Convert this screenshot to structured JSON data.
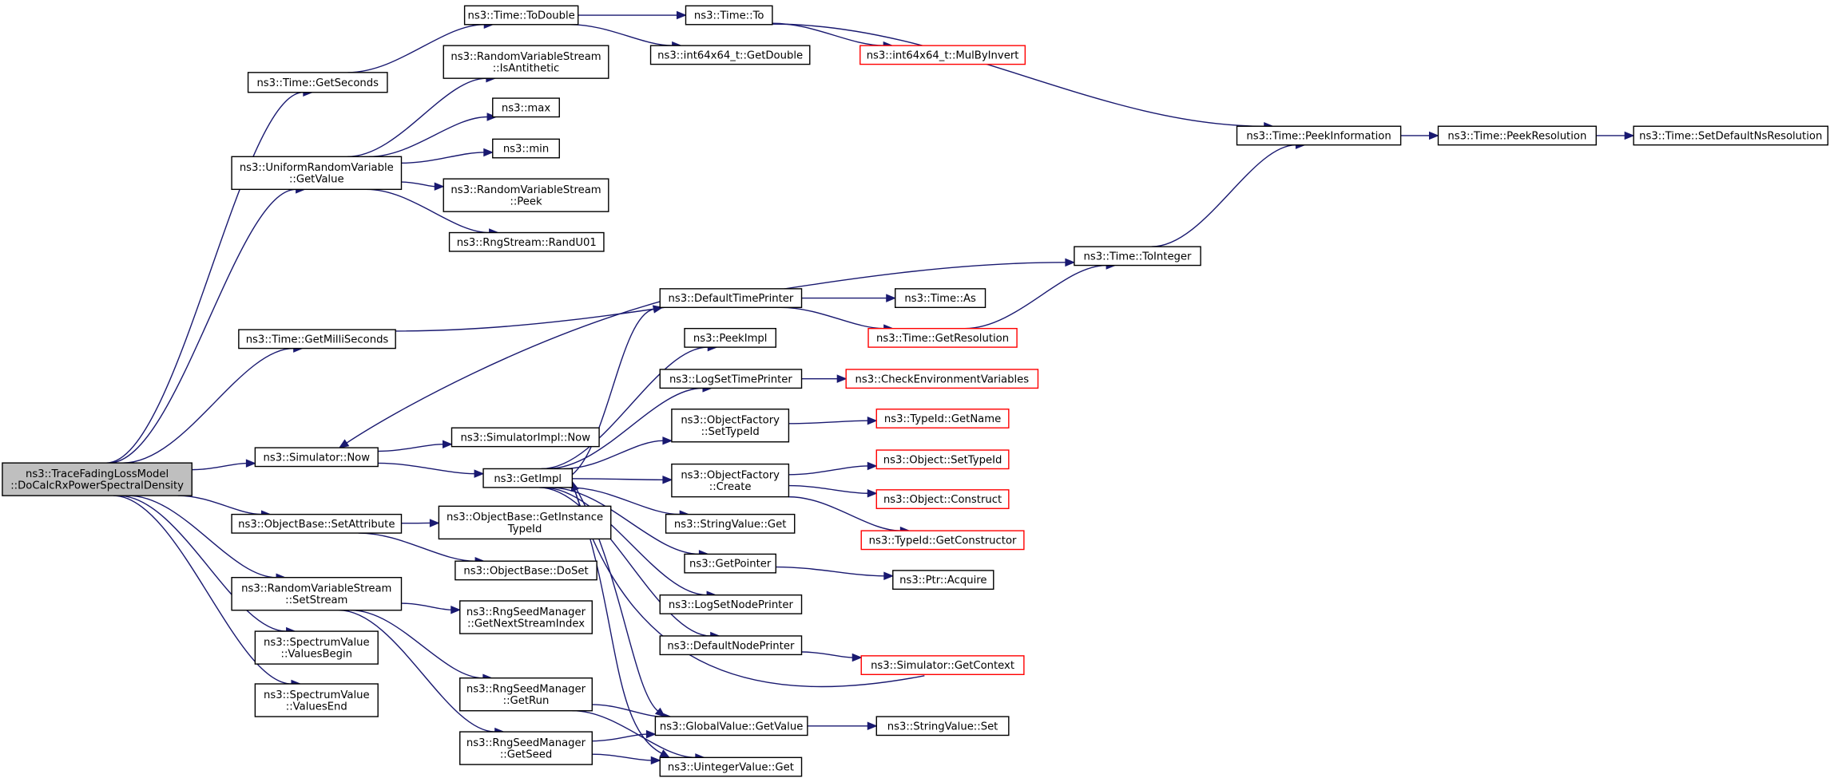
{
  "colors": {
    "edge": "#191970",
    "root_fill": "#bfbfbf",
    "truncated_border": "#ff0000",
    "node_border": "#000000"
  },
  "nodes": {
    "root": {
      "lines": [
        "ns3::TraceFadingLossModel",
        "::DoCalcRxPowerSpectralDensity"
      ],
      "style": "root"
    },
    "get_seconds": {
      "lines": [
        "ns3::Time::GetSeconds"
      ]
    },
    "to_double": {
      "lines": [
        "ns3::Time::ToDouble"
      ]
    },
    "time_to": {
      "lines": [
        "ns3::Time::To"
      ]
    },
    "int64_get_double": {
      "lines": [
        "ns3::int64x64_t::GetDouble"
      ]
    },
    "mul_by_invert": {
      "lines": [
        "ns3::int64x64_t::MulByInvert"
      ],
      "style": "truncated"
    },
    "peek_information": {
      "lines": [
        "ns3::Time::PeekInformation"
      ]
    },
    "peek_resolution": {
      "lines": [
        "ns3::Time::PeekResolution"
      ]
    },
    "set_default_ns_resolution": {
      "lines": [
        "ns3::Time::SetDefaultNsResolution"
      ]
    },
    "urv_get_value": {
      "lines": [
        "ns3::UniformRandomVariable",
        "::GetValue"
      ]
    },
    "is_antithetic": {
      "lines": [
        "ns3::RandomVariableStream",
        "::IsAntithetic"
      ]
    },
    "ns3_max": {
      "lines": [
        "ns3::max"
      ]
    },
    "ns3_min": {
      "lines": [
        "ns3::min"
      ]
    },
    "rvs_peek": {
      "lines": [
        "ns3::RandomVariableStream",
        "::Peek"
      ]
    },
    "rand_u01": {
      "lines": [
        "ns3::RngStream::RandU01"
      ]
    },
    "to_integer": {
      "lines": [
        "ns3::Time::ToInteger"
      ]
    },
    "get_milliseconds": {
      "lines": [
        "ns3::Time::GetMilliSeconds"
      ]
    },
    "default_time_printer": {
      "lines": [
        "ns3::DefaultTimePrinter"
      ]
    },
    "time_as": {
      "lines": [
        "ns3::Time::As"
      ]
    },
    "get_resolution": {
      "lines": [
        "ns3::Time::GetResolution"
      ],
      "style": "truncated"
    },
    "peek_impl": {
      "lines": [
        "ns3::PeekImpl"
      ]
    },
    "log_set_time_printer": {
      "lines": [
        "ns3::LogSetTimePrinter"
      ]
    },
    "check_env_vars": {
      "lines": [
        "ns3::CheckEnvironmentVariables"
      ],
      "style": "truncated"
    },
    "of_set_type_id": {
      "lines": [
        "ns3::ObjectFactory",
        "::SetTypeId"
      ]
    },
    "typeid_get_name": {
      "lines": [
        "ns3::TypeId::GetName"
      ],
      "style": "truncated"
    },
    "simulator_now": {
      "lines": [
        "ns3::Simulator::Now"
      ]
    },
    "simulator_impl_now": {
      "lines": [
        "ns3::SimulatorImpl::Now"
      ]
    },
    "get_impl": {
      "lines": [
        "ns3::GetImpl"
      ]
    },
    "of_create": {
      "lines": [
        "ns3::ObjectFactory",
        "::Create"
      ]
    },
    "object_set_type_id": {
      "lines": [
        "ns3::Object::SetTypeId"
      ],
      "style": "truncated"
    },
    "object_construct": {
      "lines": [
        "ns3::Object::Construct"
      ],
      "style": "truncated"
    },
    "typeid_get_constructor": {
      "lines": [
        "ns3::TypeId::GetConstructor"
      ],
      "style": "truncated"
    },
    "ob_set_attribute": {
      "lines": [
        "ns3::ObjectBase::SetAttribute"
      ]
    },
    "ob_get_instance_type_id": {
      "lines": [
        "ns3::ObjectBase::GetInstance",
        "TypeId"
      ]
    },
    "string_value_get": {
      "lines": [
        "ns3::StringValue::Get"
      ]
    },
    "ob_do_set": {
      "lines": [
        "ns3::ObjectBase::DoSet"
      ]
    },
    "get_pointer": {
      "lines": [
        "ns3::GetPointer"
      ]
    },
    "ptr_acquire": {
      "lines": [
        "ns3::Ptr::Acquire"
      ]
    },
    "rvs_set_stream": {
      "lines": [
        "ns3::RandomVariableStream",
        "::SetStream"
      ]
    },
    "rsm_get_next_stream_index": {
      "lines": [
        "ns3::RngSeedManager",
        "::GetNextStreamIndex"
      ]
    },
    "log_set_node_printer": {
      "lines": [
        "ns3::LogSetNodePrinter"
      ]
    },
    "sv_values_begin": {
      "lines": [
        "ns3::SpectrumValue",
        "::ValuesBegin"
      ]
    },
    "default_node_printer": {
      "lines": [
        "ns3::DefaultNodePrinter"
      ]
    },
    "simulator_get_context": {
      "lines": [
        "ns3::Simulator::GetContext"
      ],
      "style": "truncated"
    },
    "sv_values_end": {
      "lines": [
        "ns3::SpectrumValue",
        "::ValuesEnd"
      ]
    },
    "rsm_get_run": {
      "lines": [
        "ns3::RngSeedManager",
        "::GetRun"
      ]
    },
    "global_value_get_value": {
      "lines": [
        "ns3::GlobalValue::GetValue"
      ]
    },
    "string_value_set": {
      "lines": [
        "ns3::StringValue::Set"
      ]
    },
    "rsm_get_seed": {
      "lines": [
        "ns3::RngSeedManager",
        "::GetSeed"
      ]
    },
    "uinteger_value_get": {
      "lines": [
        "ns3::UintegerValue::Get"
      ]
    }
  },
  "edges": [
    [
      "root",
      "get_seconds"
    ],
    [
      "root",
      "urv_get_value"
    ],
    [
      "root",
      "get_milliseconds"
    ],
    [
      "root",
      "simulator_now"
    ],
    [
      "root",
      "ob_set_attribute"
    ],
    [
      "root",
      "rvs_set_stream"
    ],
    [
      "root",
      "sv_values_begin"
    ],
    [
      "root",
      "sv_values_end"
    ],
    [
      "get_seconds",
      "to_double"
    ],
    [
      "to_double",
      "time_to"
    ],
    [
      "to_double",
      "int64_get_double"
    ],
    [
      "time_to",
      "mul_by_invert"
    ],
    [
      "time_to",
      "peek_information"
    ],
    [
      "peek_information",
      "peek_resolution"
    ],
    [
      "peek_resolution",
      "set_default_ns_resolution"
    ],
    [
      "urv_get_value",
      "is_antithetic"
    ],
    [
      "urv_get_value",
      "ns3_max"
    ],
    [
      "urv_get_value",
      "ns3_min"
    ],
    [
      "urv_get_value",
      "rvs_peek"
    ],
    [
      "urv_get_value",
      "rand_u01"
    ],
    [
      "get_milliseconds",
      "to_integer"
    ],
    [
      "to_integer",
      "peek_information"
    ],
    [
      "default_time_printer",
      "time_as"
    ],
    [
      "default_time_printer",
      "get_resolution"
    ],
    [
      "get_resolution",
      "to_integer"
    ],
    [
      "default_time_printer",
      "simulator_now"
    ],
    [
      "simulator_now",
      "simulator_impl_now"
    ],
    [
      "simulator_now",
      "get_impl"
    ],
    [
      "get_impl",
      "default_time_printer"
    ],
    [
      "get_impl",
      "peek_impl"
    ],
    [
      "get_impl",
      "log_set_time_printer"
    ],
    [
      "get_impl",
      "of_set_type_id"
    ],
    [
      "get_impl",
      "of_create"
    ],
    [
      "get_impl",
      "string_value_get"
    ],
    [
      "get_impl",
      "get_pointer"
    ],
    [
      "get_impl",
      "log_set_node_printer"
    ],
    [
      "get_impl",
      "default_node_printer"
    ],
    [
      "get_impl",
      "global_value_get_value"
    ],
    [
      "get_impl",
      "uinteger_value_get"
    ],
    [
      "log_set_time_printer",
      "check_env_vars"
    ],
    [
      "of_set_type_id",
      "typeid_get_name"
    ],
    [
      "of_create",
      "object_set_type_id"
    ],
    [
      "of_create",
      "object_construct"
    ],
    [
      "of_create",
      "typeid_get_constructor"
    ],
    [
      "get_pointer",
      "ptr_acquire"
    ],
    [
      "default_node_printer",
      "simulator_get_context"
    ],
    [
      "simulator_get_context",
      "get_impl"
    ],
    [
      "ob_set_attribute",
      "ob_get_instance_type_id"
    ],
    [
      "ob_set_attribute",
      "ob_do_set"
    ],
    [
      "rvs_set_stream",
      "rsm_get_next_stream_index"
    ],
    [
      "rvs_set_stream",
      "rsm_get_run"
    ],
    [
      "rvs_set_stream",
      "rsm_get_seed"
    ],
    [
      "rsm_get_run",
      "global_value_get_value"
    ],
    [
      "rsm_get_run",
      "uinteger_value_get"
    ],
    [
      "rsm_get_seed",
      "global_value_get_value"
    ],
    [
      "rsm_get_seed",
      "uinteger_value_get"
    ],
    [
      "global_value_get_value",
      "string_value_set"
    ]
  ]
}
